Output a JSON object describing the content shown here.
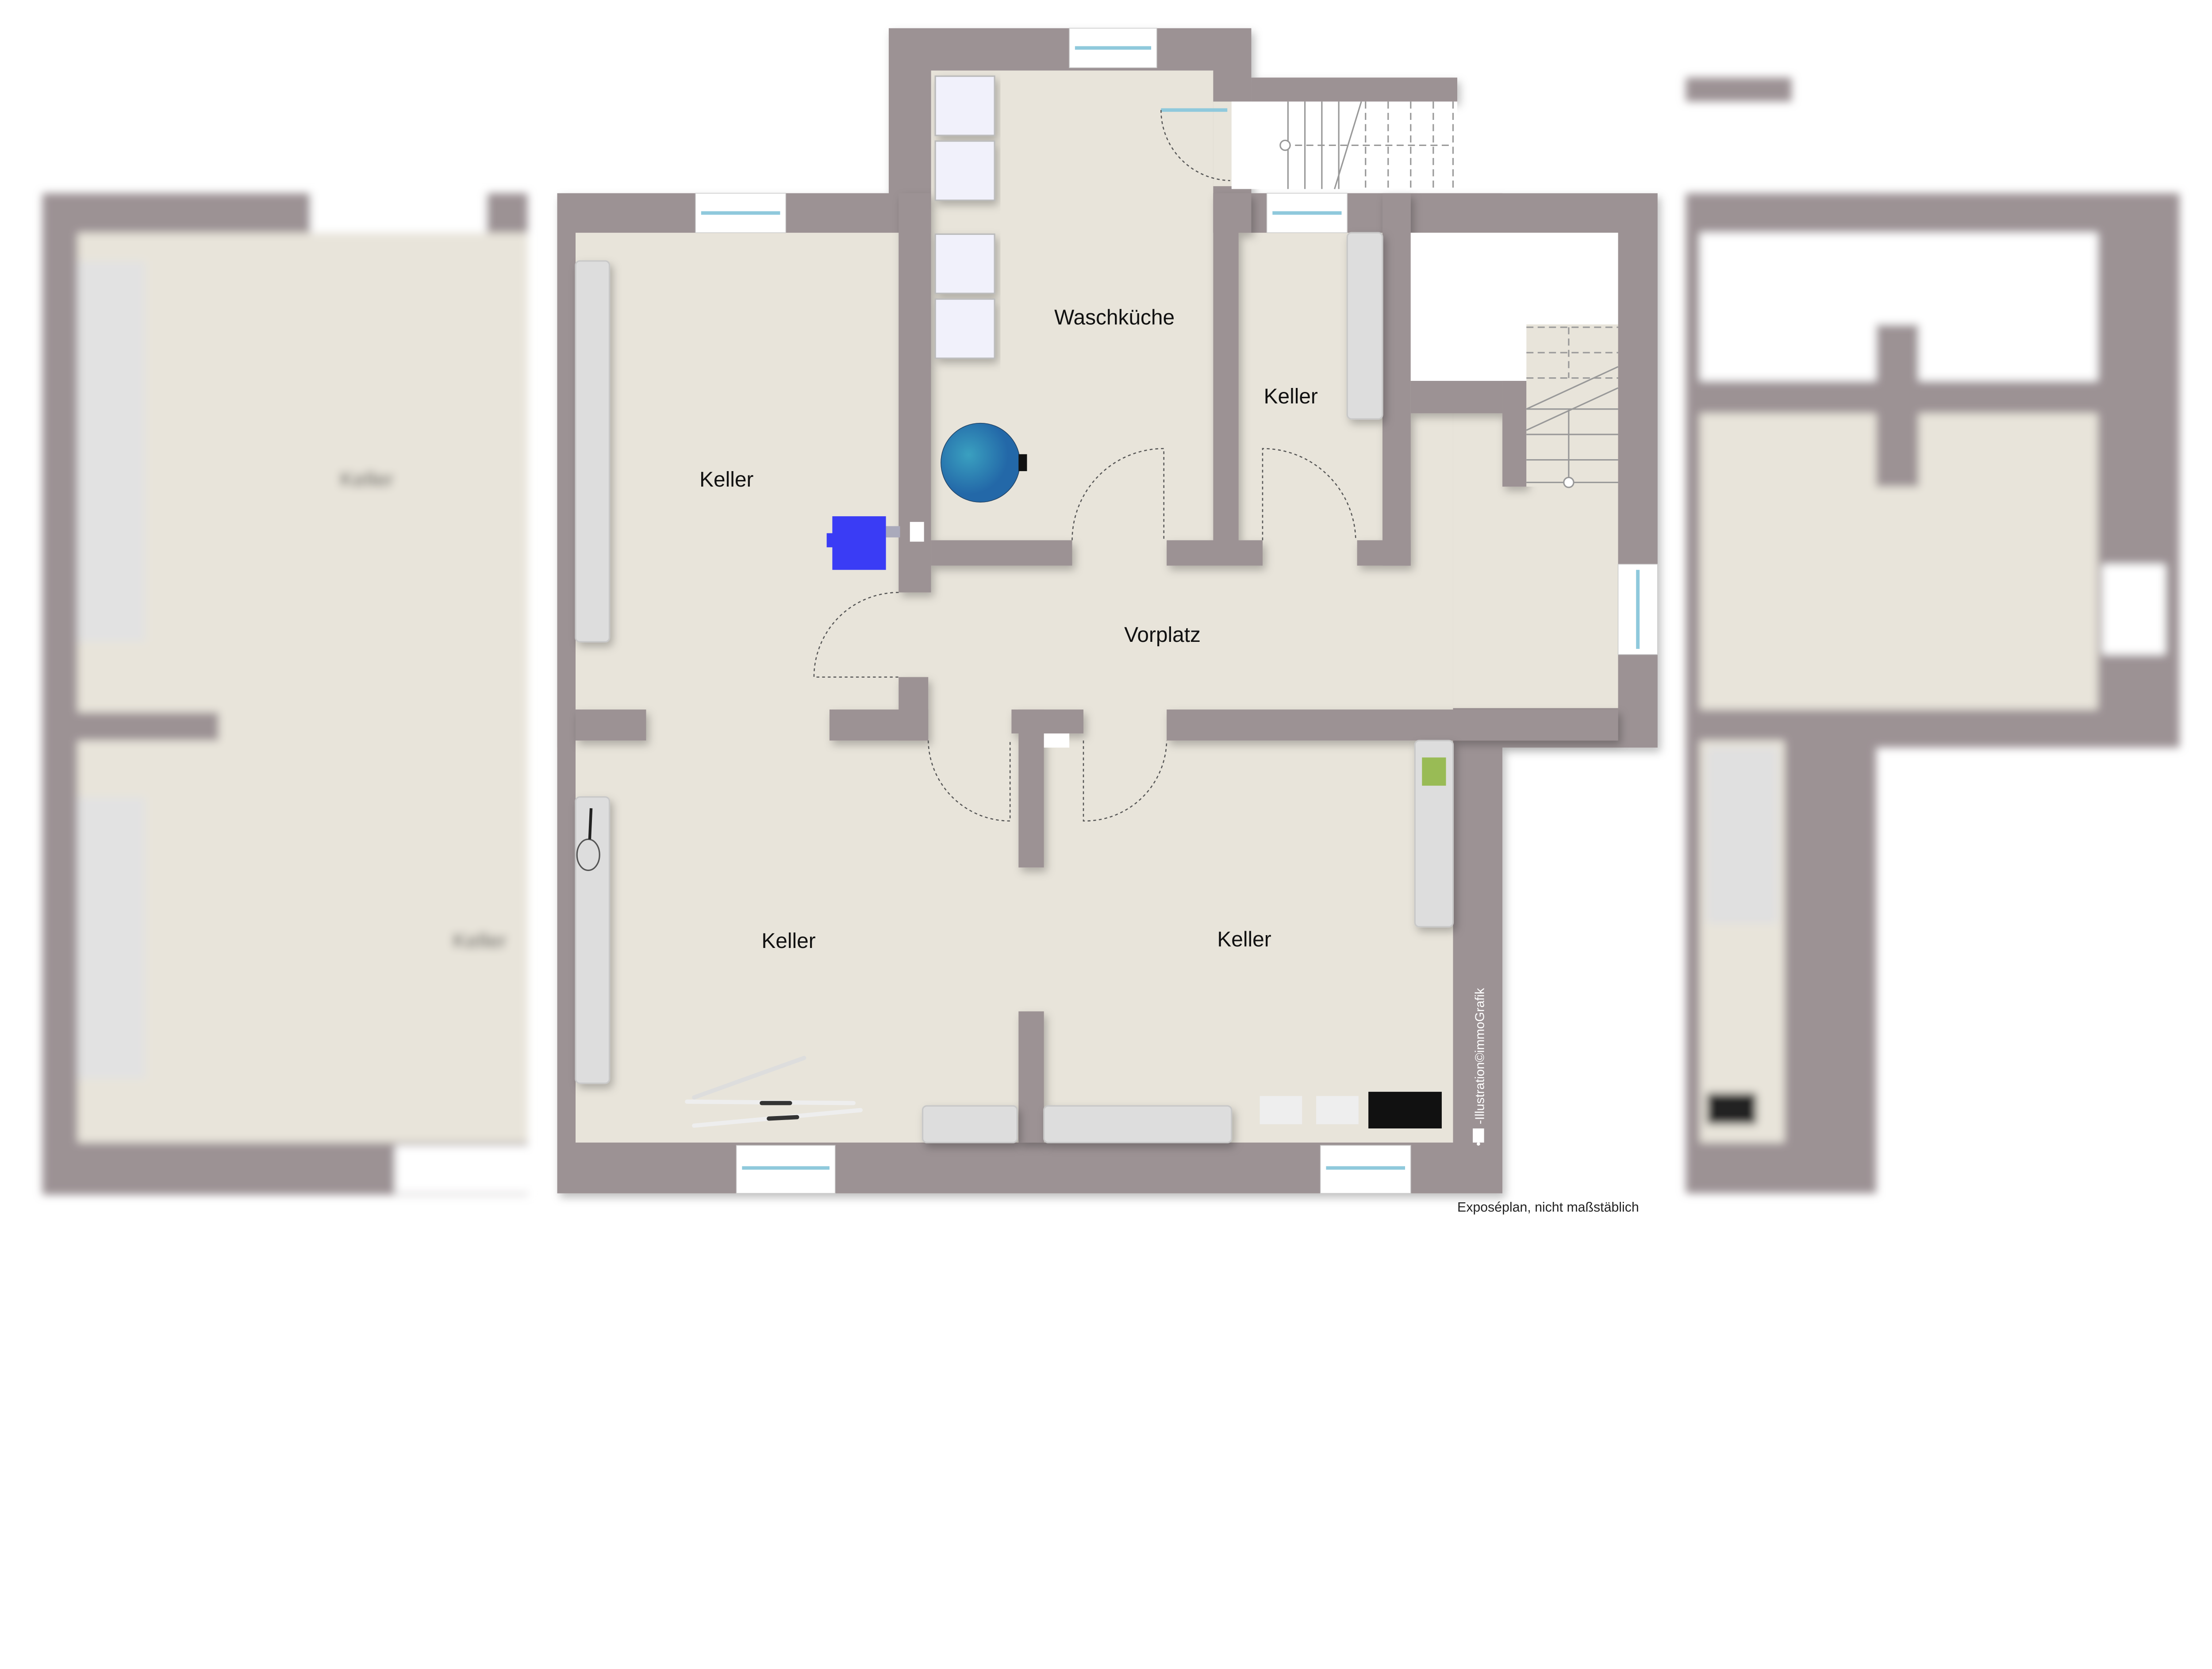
{
  "plan": {
    "rooms": [
      {
        "name": "Waschküche"
      },
      {
        "name": "Keller"
      },
      {
        "name": "Keller"
      },
      {
        "name": "Vorplatz"
      },
      {
        "name": "Keller"
      },
      {
        "name": "Keller"
      }
    ],
    "blurred_labels": [
      "Keller",
      "Keller"
    ],
    "watermark": "-Illustration©immoGrafik",
    "disclaimer": "Exposéplan, nicht maßstäblich"
  },
  "colors": {
    "wall": "#9c9294",
    "floor": "#e8e4da",
    "window_glass": "#bfe3ee",
    "boiler": "#2f86b8",
    "pump": "#3a3cf5",
    "appliance": "#f1f1fb",
    "shelf": "#dcdcdc"
  },
  "icons": [
    "window-icon",
    "door-swing-icon",
    "washing-machine-icon",
    "boiler-icon",
    "pump-icon",
    "shelf-icon",
    "stairs-icon",
    "skis-icon",
    "tennis-racket-icon",
    "bottle-crate-icon",
    "sparkasse-logo-icon"
  ]
}
